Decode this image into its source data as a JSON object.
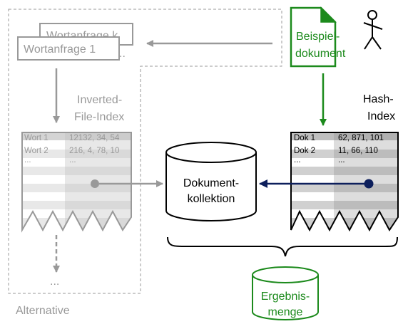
{
  "query_doc_k": "Wortanfrage k",
  "query_doc_1": "Wortanfrage 1",
  "example_doc": [
    "Beispiel-",
    "dokument"
  ],
  "inverted_index_label": [
    "Inverted-",
    "File-Index"
  ],
  "hash_index_label": [
    "Hash-",
    "Index"
  ],
  "inverted_rows": [
    {
      "key": "Wort 1",
      "value": "12132, 34, 54"
    },
    {
      "key": "Wort 2",
      "value": "216, 4, 78, 10"
    },
    {
      "key": "...",
      "value": "..."
    }
  ],
  "hash_rows": [
    {
      "key": "Dok 1",
      "value": "62, 871, 101"
    },
    {
      "key": "Dok 2",
      "value": "11, 66, 110"
    },
    {
      "key": "...",
      "value": "..."
    }
  ],
  "collection": [
    "Dokument-",
    "kollektion"
  ],
  "results": [
    "Ergebnis-",
    "menge"
  ],
  "continuation": "...",
  "alternative_label": "Alternative",
  "colors": {
    "gray": "#999999",
    "green": "#1c8a1c",
    "navy": "#0d1f5c",
    "black": "#000000"
  }
}
